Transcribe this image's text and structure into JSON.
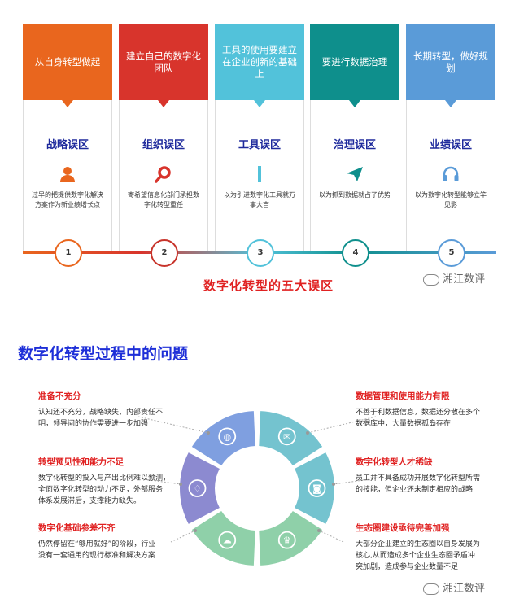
{
  "cards": [
    {
      "color": "#e9661e",
      "text": "从自身转型做起",
      "title": "战略误区",
      "icon": "user-icon",
      "desc": "过早的把提供数字化解决方案作为新业绩增长点",
      "number": "1",
      "circle_color": "#e9661e"
    },
    {
      "color": "#d8342c",
      "text": "建立自己的数字化团队",
      "title": "组织误区",
      "icon": "search-icon",
      "desc": "寄希望信息化部门承担数字化转型重任",
      "number": "2",
      "circle_color": "#c7332a"
    },
    {
      "color": "#52c2da",
      "text": "工具的使用要建立在企业创新的基础上",
      "title": "工具误区",
      "icon": "bar-icon",
      "desc": "以为引进数字化工具就万事大吉",
      "number": "3",
      "circle_color": "#52c2da"
    },
    {
      "color": "#0e8f8c",
      "text": "要进行数据治理",
      "title": "治理误区",
      "icon": "paper-plane-icon",
      "desc": "以为抓到数据就占了优势",
      "number": "4",
      "circle_color": "#0e8f8c"
    },
    {
      "color": "#5a9bd8",
      "text": "长期转型，做好规划",
      "title": "业绩误区",
      "icon": "headphones-icon",
      "desc": "以为数字化转型能够立竿见影",
      "number": "5",
      "circle_color": "#5a9bd8"
    }
  ],
  "main_title": "数字化转型的五大误区",
  "watermark": "湘江数评",
  "section2_title": "数字化转型过程中的问题",
  "left_items": [
    {
      "title": "准备不充分",
      "desc": [
        "认知还不充分，战略缺失，内部责任不",
        "明，领导间的协作需要进一步加强"
      ]
    },
    {
      "title": "转型预见性和能力不足",
      "desc": [
        "数字化转型的投入与产出比例难以预测，",
        "全面数字化转型的动力不足，外部服务",
        "体系发展滞后，支撑能力缺失。"
      ]
    },
    {
      "title": "数字化基础参差不齐",
      "desc": [
        "仍然停留在“够用就好”的阶段，行业",
        "没有一套通用的现行标准和解决方案"
      ]
    }
  ],
  "right_items": [
    {
      "title": "数据管理和使用能力有限",
      "desc": [
        "不善于利数据信息，数据还分散在多个",
        "数据库中，大量数据孤岛存在"
      ]
    },
    {
      "title": "数字化转型人才稀缺",
      "desc": [
        "员工并不具备成功开展数字化转型所需",
        "的技能，但企业还未制定相应的战略"
      ]
    },
    {
      "title": "生态圈建设亟待完善加强",
      "desc": [
        "大部分企业建立的生态圈以自身发展为",
        "核心,从而造成多个企业生态圈矛盾冲",
        "突加剧，造成参与企业数量不足"
      ]
    }
  ],
  "ring_colors": [
    "#7f9fe0",
    "#7f9fe0",
    "#74c3cf",
    "#74c3cf",
    "#8fd0a9",
    "#8fd0a9",
    "#8c8ad0"
  ],
  "ring_icons": [
    "globe-icon",
    "mail-icon",
    "camera-icon",
    "trophy-icon",
    "chat-icon",
    "bulb-icon"
  ]
}
